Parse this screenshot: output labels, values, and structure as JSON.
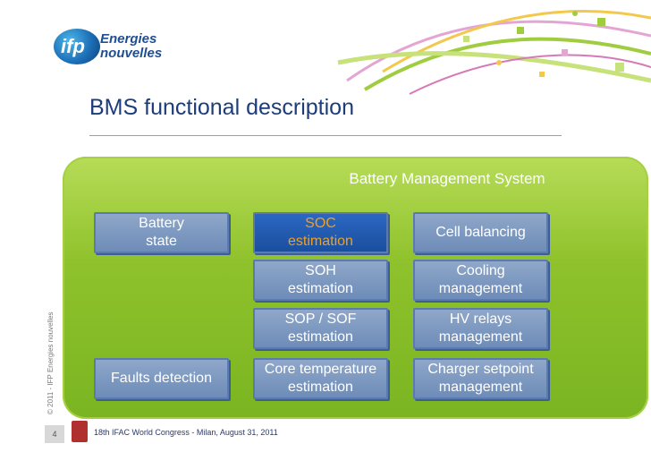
{
  "header": {
    "logo_mark": "ifp",
    "logo_line1": "Energies",
    "logo_line2": "nouvelles"
  },
  "title": "BMS functional description",
  "panel": {
    "title": "Battery Management System",
    "boxes": {
      "battery_state": "Battery\nstate",
      "soc": "SOC\nestimation",
      "cell_balancing": "Cell balancing",
      "soh": "SOH\nestimation",
      "cooling": "Cooling\nmanagement",
      "sop": "SOP / SOF\nestimation",
      "hv_relays": "HV relays\nmanagement",
      "faults": "Faults detection",
      "core_temp": "Core temperature\nestimation",
      "charger": "Charger setpoint\nmanagement"
    }
  },
  "footer": {
    "sidebar_text": "© 2011 - IFP Energies nouvelles",
    "page_number": "4",
    "text": "18th IFAC World Congress - Milan, August 31, 2011"
  }
}
